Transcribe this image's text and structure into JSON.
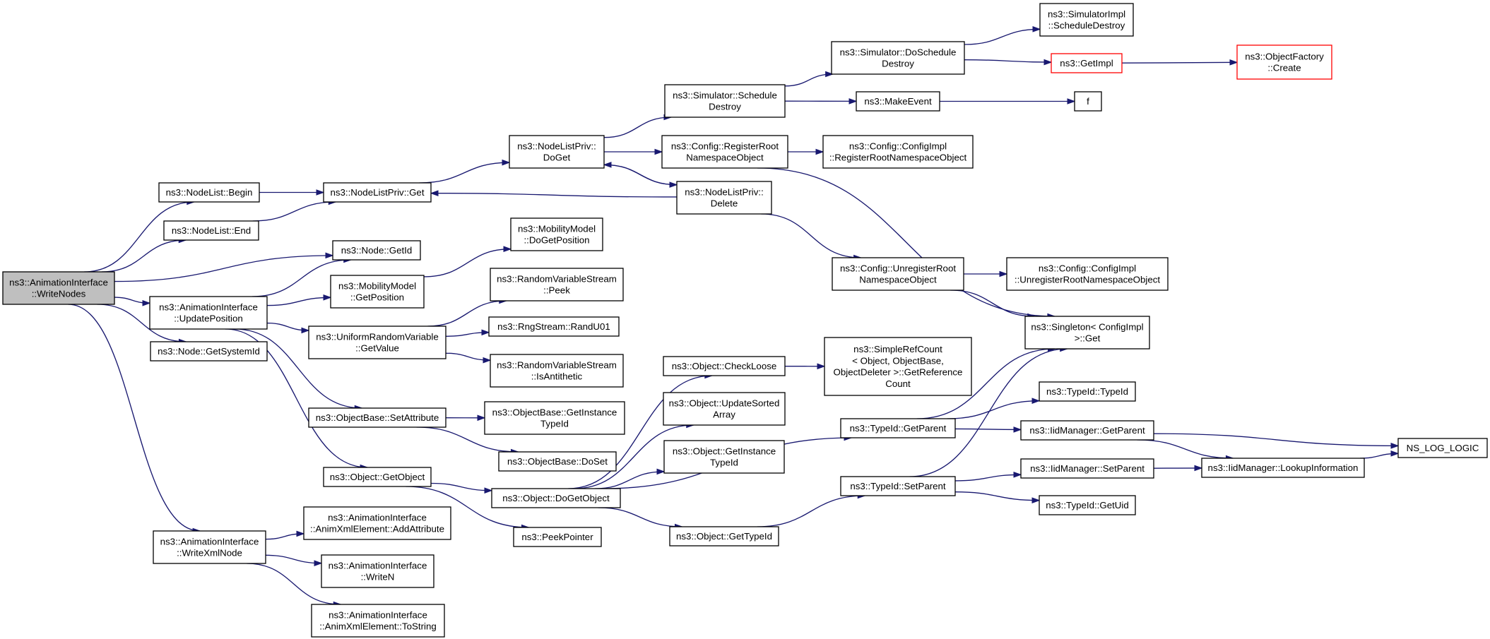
{
  "diagram": {
    "type": "doxygen-call-graph",
    "colors": {
      "edge": "#191970",
      "root_fill": "#bfbfbf",
      "external_border": "#ff0000",
      "border": "#000000"
    },
    "nodes": [
      {
        "id": "writeNodes",
        "lines": [
          "ns3::AnimationInterface",
          "::WriteNodes"
        ],
        "root": true
      },
      {
        "id": "nlBegin",
        "lines": [
          "ns3::NodeList::Begin"
        ]
      },
      {
        "id": "nlEnd",
        "lines": [
          "ns3::NodeList::End"
        ]
      },
      {
        "id": "updatePos",
        "lines": [
          "ns3::AnimationInterface",
          "::UpdatePosition"
        ]
      },
      {
        "id": "getSysId",
        "lines": [
          "ns3::Node::GetSystemId"
        ]
      },
      {
        "id": "writeXmlNode",
        "lines": [
          "ns3::AnimationInterface",
          "::WriteXmlNode"
        ]
      },
      {
        "id": "nlpGet",
        "lines": [
          "ns3::NodeListPriv::Get"
        ]
      },
      {
        "id": "nodeGetId",
        "lines": [
          "ns3::Node::GetId"
        ]
      },
      {
        "id": "mmGetPos",
        "lines": [
          "ns3::MobilityModel",
          "::GetPosition"
        ]
      },
      {
        "id": "urvGetValue",
        "lines": [
          "ns3::UniformRandomVariable",
          "::GetValue"
        ]
      },
      {
        "id": "obSetAttr",
        "lines": [
          "ns3::ObjectBase::SetAttribute"
        ]
      },
      {
        "id": "objGetObject",
        "lines": [
          "ns3::Object::GetObject"
        ]
      },
      {
        "id": "axAddAttr",
        "lines": [
          "ns3::AnimationInterface",
          "::AnimXmlElement::AddAttribute"
        ]
      },
      {
        "id": "writeN",
        "lines": [
          "ns3::AnimationInterface",
          "::WriteN"
        ]
      },
      {
        "id": "axToString",
        "lines": [
          "ns3::AnimationInterface",
          "::AnimXmlElement::ToString"
        ]
      },
      {
        "id": "nlpDoGet",
        "lines": [
          "ns3::NodeListPriv::",
          "DoGet"
        ]
      },
      {
        "id": "mmDoGetPos",
        "lines": [
          "ns3::MobilityModel",
          "::DoGetPosition"
        ]
      },
      {
        "id": "rvsPeek",
        "lines": [
          "ns3::RandomVariableStream",
          "::Peek"
        ]
      },
      {
        "id": "rngRand",
        "lines": [
          "ns3::RngStream::RandU01"
        ]
      },
      {
        "id": "rvsIsAnti",
        "lines": [
          "ns3::RandomVariableStream",
          "::IsAntithetic"
        ]
      },
      {
        "id": "obGetInstTid",
        "lines": [
          "ns3::ObjectBase::GetInstance",
          "TypeId"
        ]
      },
      {
        "id": "obDoSet",
        "lines": [
          "ns3::ObjectBase::DoSet"
        ]
      },
      {
        "id": "objDoGetObject",
        "lines": [
          "ns3::Object::DoGetObject"
        ]
      },
      {
        "id": "peekPointer",
        "lines": [
          "ns3::PeekPointer"
        ]
      },
      {
        "id": "simSchedDestroy",
        "lines": [
          "ns3::Simulator::Schedule",
          "Destroy"
        ]
      },
      {
        "id": "cfgRegRoot",
        "lines": [
          "ns3::Config::RegisterRoot",
          "NamespaceObject"
        ]
      },
      {
        "id": "nlpDelete",
        "lines": [
          "ns3::NodeListPriv::",
          "Delete"
        ]
      },
      {
        "id": "objCheckLoose",
        "lines": [
          "ns3::Object::CheckLoose"
        ]
      },
      {
        "id": "objUpdSorted",
        "lines": [
          "ns3::Object::UpdateSorted",
          "Array"
        ]
      },
      {
        "id": "objGetInstTid",
        "lines": [
          "ns3::Object::GetInstance",
          "TypeId"
        ]
      },
      {
        "id": "objGetTypeId",
        "lines": [
          "ns3::Object::GetTypeId"
        ]
      },
      {
        "id": "simDoSchedDestroy",
        "lines": [
          "ns3::Simulator::DoSchedule",
          "Destroy"
        ]
      },
      {
        "id": "makeEvent",
        "lines": [
          "ns3::MakeEvent"
        ]
      },
      {
        "id": "cciRegRoot",
        "lines": [
          "ns3::Config::ConfigImpl",
          "::RegisterRootNamespaceObject"
        ]
      },
      {
        "id": "cfgUnregRoot",
        "lines": [
          "ns3::Config::UnregisterRoot",
          "NamespaceObject"
        ]
      },
      {
        "id": "srcGetRef",
        "lines": [
          "ns3::SimpleRefCount",
          "< Object, ObjectBase,",
          "ObjectDeleter >::GetReference",
          "Count"
        ]
      },
      {
        "id": "tidGetParent",
        "lines": [
          "ns3::TypeId::GetParent"
        ]
      },
      {
        "id": "tidSetParent",
        "lines": [
          "ns3::TypeId::SetParent"
        ]
      },
      {
        "id": "simImplSched",
        "lines": [
          "ns3::SimulatorImpl",
          "::ScheduleDestroy"
        ]
      },
      {
        "id": "getImpl",
        "lines": [
          "ns3::GetImpl"
        ],
        "external": true
      },
      {
        "id": "fFunc",
        "lines": [
          "f"
        ]
      },
      {
        "id": "cciUnregRoot",
        "lines": [
          "ns3::Config::ConfigImpl",
          "::UnregisterRootNamespaceObject"
        ]
      },
      {
        "id": "singletonGet",
        "lines": [
          "ns3::Singleton< ConfigImpl",
          ">::Get"
        ]
      },
      {
        "id": "tidTypeId",
        "lines": [
          "ns3::TypeId::TypeId"
        ]
      },
      {
        "id": "iidGetParent",
        "lines": [
          "ns3::IidManager::GetParent"
        ]
      },
      {
        "id": "iidSetParent",
        "lines": [
          "ns3::IidManager::SetParent"
        ]
      },
      {
        "id": "tidGetUid",
        "lines": [
          "ns3::TypeId::GetUid"
        ]
      },
      {
        "id": "objFactCreate",
        "lines": [
          "ns3::ObjectFactory",
          "::Create"
        ],
        "external": true
      },
      {
        "id": "iidLookup",
        "lines": [
          "ns3::IidManager::LookupInformation"
        ]
      },
      {
        "id": "nsLogLogic",
        "lines": [
          "NS_LOG_LOGIC"
        ]
      }
    ],
    "edges": [
      [
        "writeNodes",
        "nlBegin"
      ],
      [
        "writeNodes",
        "nlEnd"
      ],
      [
        "writeNodes",
        "nodeGetId"
      ],
      [
        "writeNodes",
        "updatePos"
      ],
      [
        "writeNodes",
        "getSysId"
      ],
      [
        "writeNodes",
        "writeXmlNode"
      ],
      [
        "nlBegin",
        "nlpGet"
      ],
      [
        "nlEnd",
        "nlpGet"
      ],
      [
        "nlpGet",
        "nlpDoGet"
      ],
      [
        "nlpDoGet",
        "simSchedDestroy"
      ],
      [
        "nlpDoGet",
        "cfgRegRoot"
      ],
      [
        "nlpDoGet",
        "nlpDelete"
      ],
      [
        "nlpDelete",
        "nlpGet"
      ],
      [
        "nlpDelete",
        "nlpDoGet"
      ],
      [
        "nlpDelete",
        "cfgUnregRoot"
      ],
      [
        "simSchedDestroy",
        "simDoSchedDestroy"
      ],
      [
        "simSchedDestroy",
        "makeEvent"
      ],
      [
        "simDoSchedDestroy",
        "simImplSched"
      ],
      [
        "simDoSchedDestroy",
        "getImpl"
      ],
      [
        "getImpl",
        "objFactCreate"
      ],
      [
        "makeEvent",
        "fFunc"
      ],
      [
        "cfgRegRoot",
        "cciRegRoot"
      ],
      [
        "cfgRegRoot",
        "singletonGet"
      ],
      [
        "cfgUnregRoot",
        "cciUnregRoot"
      ],
      [
        "cfgUnregRoot",
        "singletonGet"
      ],
      [
        "updatePos",
        "nodeGetId"
      ],
      [
        "updatePos",
        "mmGetPos"
      ],
      [
        "updatePos",
        "urvGetValue"
      ],
      [
        "updatePos",
        "obSetAttr"
      ],
      [
        "updatePos",
        "objGetObject"
      ],
      [
        "mmGetPos",
        "mmDoGetPos"
      ],
      [
        "urvGetValue",
        "rvsPeek"
      ],
      [
        "urvGetValue",
        "rngRand"
      ],
      [
        "urvGetValue",
        "rvsIsAnti"
      ],
      [
        "obSetAttr",
        "obGetInstTid"
      ],
      [
        "obSetAttr",
        "obDoSet"
      ],
      [
        "objGetObject",
        "objDoGetObject"
      ],
      [
        "objGetObject",
        "peekPointer"
      ],
      [
        "objDoGetObject",
        "objCheckLoose"
      ],
      [
        "objDoGetObject",
        "objUpdSorted"
      ],
      [
        "objDoGetObject",
        "objGetInstTid"
      ],
      [
        "objDoGetObject",
        "objGetTypeId"
      ],
      [
        "objDoGetObject",
        "tidGetParent"
      ],
      [
        "objCheckLoose",
        "srcGetRef"
      ],
      [
        "objGetTypeId",
        "tidSetParent"
      ],
      [
        "tidGetParent",
        "singletonGet"
      ],
      [
        "tidGetParent",
        "tidTypeId"
      ],
      [
        "tidGetParent",
        "iidGetParent"
      ],
      [
        "tidSetParent",
        "singletonGet"
      ],
      [
        "tidSetParent",
        "iidSetParent"
      ],
      [
        "tidSetParent",
        "tidGetUid"
      ],
      [
        "iidGetParent",
        "iidLookup"
      ],
      [
        "iidGetParent",
        "nsLogLogic"
      ],
      [
        "iidSetParent",
        "iidLookup"
      ],
      [
        "iidLookup",
        "nsLogLogic"
      ],
      [
        "writeXmlNode",
        "axAddAttr"
      ],
      [
        "writeXmlNode",
        "writeN"
      ],
      [
        "writeXmlNode",
        "axToString"
      ]
    ]
  }
}
